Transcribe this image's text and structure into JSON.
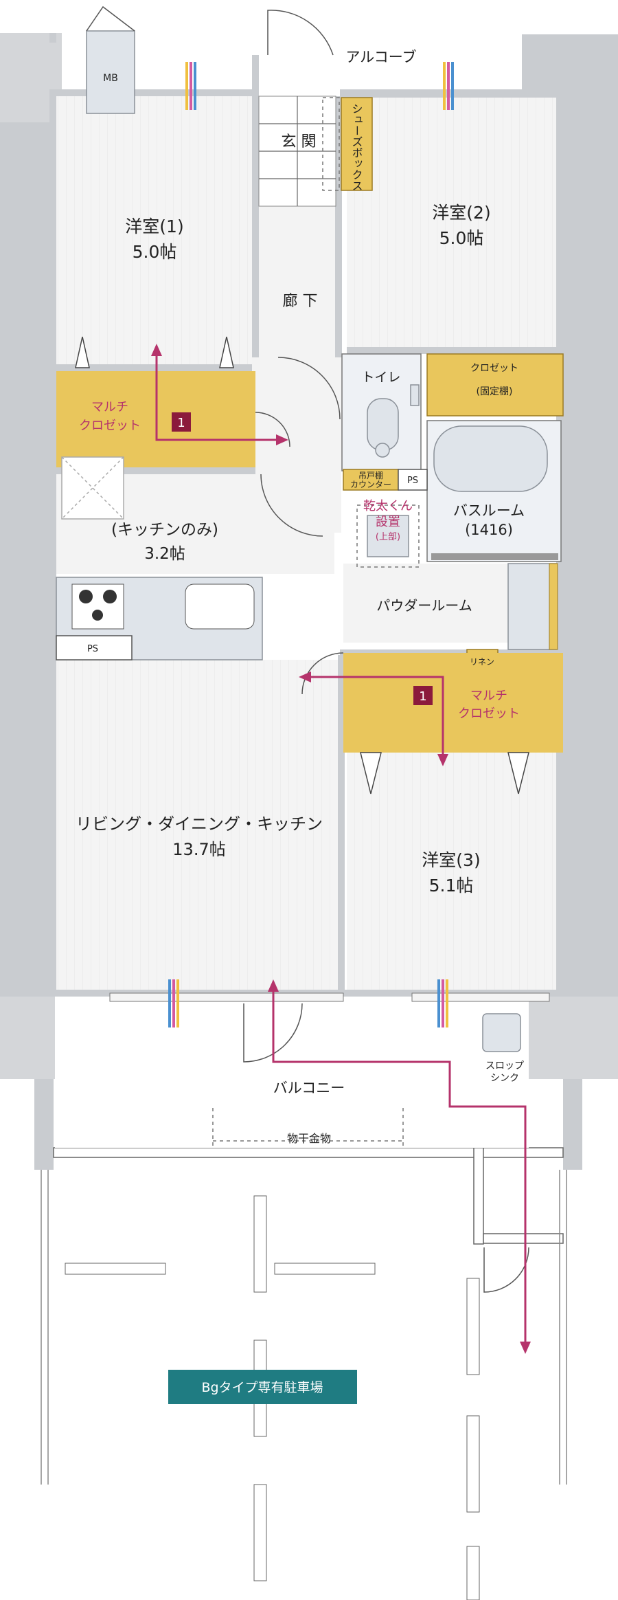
{
  "labels": {
    "alcove": "アルコーブ",
    "mb": "MB",
    "entrance": "玄 関",
    "shoebox": "シューズボックス",
    "hallway": "廊 下",
    "room1_name": "洋室(1)",
    "room1_size": "5.0帖",
    "room2_name": "洋室(2)",
    "room2_size": "5.0帖",
    "room3_name": "洋室(3)",
    "room3_size": "5.1帖",
    "multi_closet_a": "マルチ",
    "multi_closet_b": "クロゼット",
    "badge": "1",
    "toilet": "トイレ",
    "closet_fixed_a": "クロゼット",
    "closet_fixed_b": "(固定棚)",
    "hanging_shelf_a": "吊戸棚",
    "hanging_shelf_b": "カウンター",
    "ps": "PS",
    "dryer_a": "乾太くん",
    "dryer_b": "設置",
    "dryer_c": "(上部)",
    "bath_name": "バスルーム",
    "bath_size": "(1416)",
    "kitchen_only": "(キッチンのみ)",
    "kitchen_size": "3.2帖",
    "powder_room": "パウダールーム",
    "linen": "リネン",
    "ldk_name": "リビング・ダイニング・キッチン",
    "ldk_size": "13.7帖",
    "balcony": "バルコニー",
    "slop_a": "スロップ",
    "slop_b": "シンク",
    "clothes_hanger": "物干金物",
    "parking": "Bgタイプ専有駐車場"
  },
  "colors": {
    "accent": "#b5336b",
    "closet_fill": "#e9c65c",
    "parking_fill": "#1f7c82",
    "wall": "#c9ccd0",
    "equipment": "#dfe4ea"
  }
}
